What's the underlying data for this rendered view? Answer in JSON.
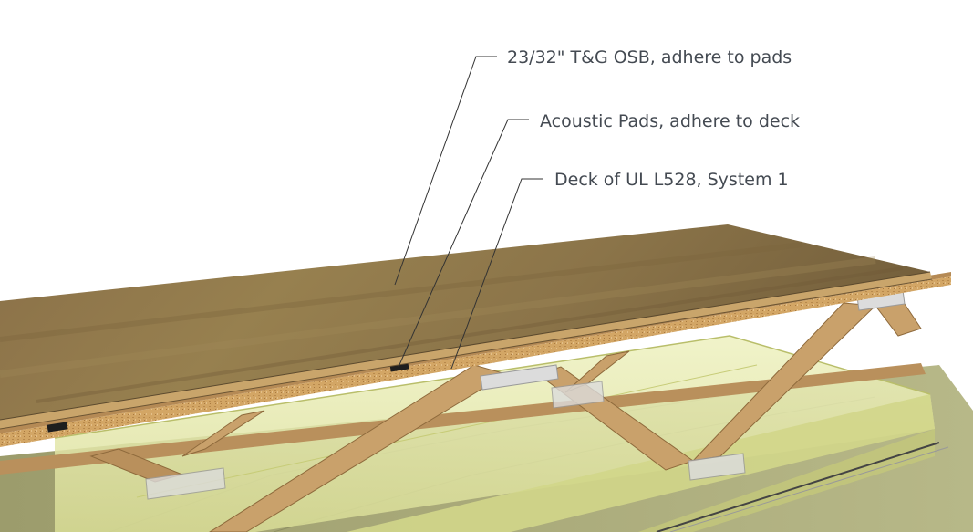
{
  "callouts": {
    "osb": "23/32\" T&G OSB, adhere to pads",
    "pads": "Acoustic Pads, adhere to deck",
    "deck": "Deck of UL L528, System 1"
  },
  "colors": {
    "osb_top": "#8c7448",
    "osb_edge": "#c9a56b",
    "deck_edge": "#d6ad6d",
    "truss_wood": "#c9a16b",
    "insulation": "#e8ecb0",
    "insulation_edge": "#c7cc78",
    "ceiling": "#a8a978",
    "pad": "#222222",
    "plate": "#dcdcdc",
    "leader": "#333333",
    "text": "#444a52"
  }
}
